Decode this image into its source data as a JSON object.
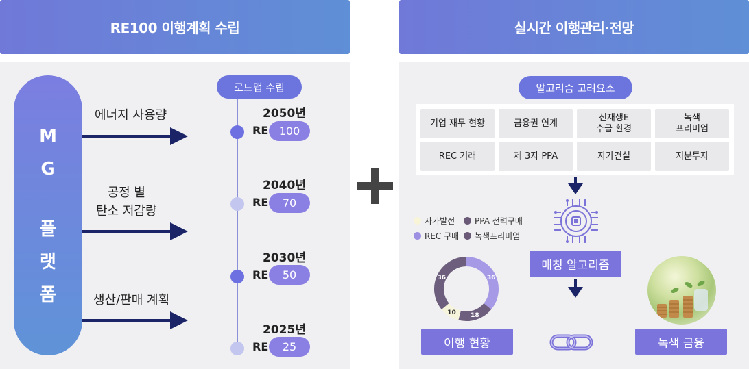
{
  "left_section": {
    "title": "RE100 이행계획 수립",
    "platform_chars": [
      "M",
      "G",
      "플",
      "랫",
      "폼"
    ],
    "arrows": [
      {
        "label": "에너지 사용량"
      },
      {
        "label_lines": [
          "공정 별",
          "탄소 저감량"
        ]
      },
      {
        "label": "생산/판매 계획"
      }
    ],
    "roadmap": {
      "title": "로드맵 수립",
      "milestones": [
        {
          "year": "2050년",
          "re_label": "RE",
          "value": "100"
        },
        {
          "year": "2040년",
          "re_label": "RE",
          "value": "70"
        },
        {
          "year": "2030년",
          "re_label": "RE",
          "value": "50"
        },
        {
          "year": "2025년",
          "re_label": "RE",
          "value": "25"
        }
      ]
    }
  },
  "right_section": {
    "title": "실시간 이행관리·전망",
    "algorithm_factors_title": "알고리즘 고려요소",
    "factors": [
      [
        "기업 재무 현황"
      ],
      [
        "금융권 연계"
      ],
      [
        "신재생E",
        "수급 환경"
      ],
      [
        "녹색",
        "프리미엄"
      ],
      [
        "REC 거래"
      ],
      [
        "제 3자 PPA"
      ],
      [
        "자가건설"
      ],
      [
        "지분투자"
      ]
    ],
    "matching_algorithm": "매칭 알고리즘",
    "legend": [
      {
        "label": "자가발전",
        "color": "#f7f4d8"
      },
      {
        "label": "PPA 전력구매",
        "color": "#6a5a78"
      },
      {
        "label": "REC 구매",
        "color": "#9d8fe2"
      },
      {
        "label": "녹색프리미엄",
        "color": "#6a5a78"
      }
    ],
    "donut": {
      "values": [
        {
          "value": 36,
          "label": "36",
          "color": "#a69ae6"
        },
        {
          "value": 18,
          "label": "18",
          "color": "#6c5e7c"
        },
        {
          "value": 10,
          "label": "10",
          "color": "#f7f4dc"
        },
        {
          "value": 36,
          "label": "36",
          "color": "#6c5e7c"
        }
      ]
    },
    "buttons": {
      "status": "이행 현황",
      "green_finance": "녹색 금융"
    },
    "icons": {
      "chip": "chip-icon",
      "link": "chain-link-icon"
    },
    "colors": {
      "accent": "#6c74dd",
      "navy": "#1a2466"
    }
  }
}
